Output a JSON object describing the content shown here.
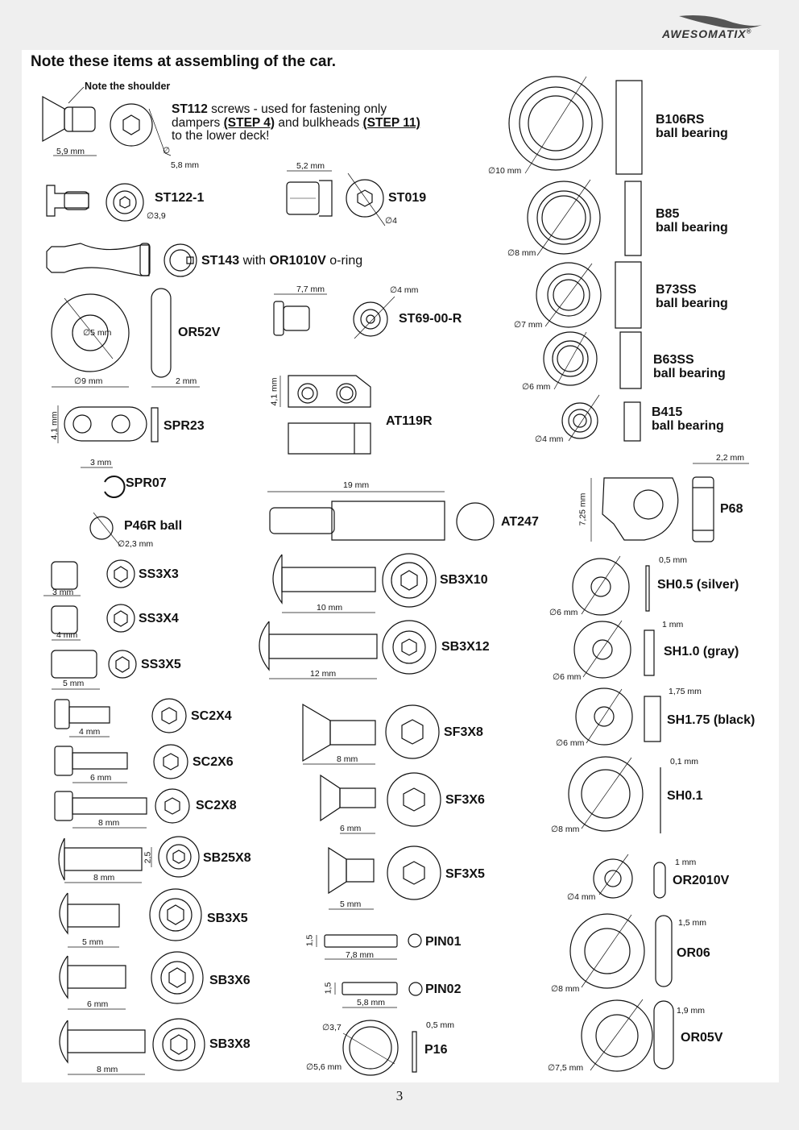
{
  "header": {
    "brand": "AWESOMATIX",
    "registered_mark": "®",
    "title": "Note these items at assembling of the car."
  },
  "page_number": "3",
  "st112": {
    "note": "Note the shoulder",
    "name": "ST112",
    "desc_1": "screws - used for fastening only",
    "desc_2": "dampers",
    "step_a": "(STEP 4)",
    "desc_3": "and bulkheads",
    "step_b": "(STEP 11)",
    "desc_4": "to the lower deck!",
    "length": "5,9 mm",
    "diameter": "5,8 mm",
    "diameter_sym": "∅"
  },
  "parts": {
    "st122": {
      "name": "ST122-1",
      "d": "∅3,9"
    },
    "st019": {
      "name": "ST019",
      "len": "5,2 mm",
      "d": "∅4"
    },
    "st143": {
      "name": "ST143",
      "with": "with",
      "oring": "OR1010V",
      "suffix": "o-ring"
    },
    "or52v": {
      "name": "OR52V",
      "inner": "∅5 mm",
      "outer": "∅9 mm",
      "w": "2 mm"
    },
    "st69": {
      "name": "ST69-00-R",
      "len": "7,7 mm",
      "d": "∅4 mm"
    },
    "at119r": {
      "name": "AT119R",
      "h": "4,1 mm"
    },
    "spr23": {
      "name": "SPR23",
      "h": "4,1 mm"
    },
    "spr07": {
      "name": "SPR07",
      "w": "3 mm"
    },
    "p46r": {
      "name": "P46R ball",
      "d": "∅2,3 mm"
    },
    "at247": {
      "name": "AT247",
      "len": "19 mm"
    },
    "p68": {
      "name": "P68",
      "h": "7,25 mm",
      "w": "2,2 mm"
    },
    "ss3x3": {
      "name": "SS3X3",
      "len": "3 mm"
    },
    "ss3x4": {
      "name": "SS3X4",
      "len": "4 mm"
    },
    "ss3x5": {
      "name": "SS3X5",
      "len": "5 mm"
    },
    "sc2x4": {
      "name": "SC2X4",
      "len": "4 mm"
    },
    "sc2x6": {
      "name": "SC2X6",
      "len": "6 mm"
    },
    "sc2x8": {
      "name": "SC2X8",
      "len": "8 mm"
    },
    "sb25x8": {
      "name": "SB25X8",
      "len": "8 mm",
      "d": "2,5"
    },
    "sb3x5": {
      "name": "SB3X5",
      "len": "5 mm"
    },
    "sb3x6": {
      "name": "SB3X6",
      "len": "6 mm"
    },
    "sb3x8": {
      "name": "SB3X8",
      "len": "8 mm"
    },
    "sb3x10": {
      "name": "SB3X10",
      "len": "10 mm"
    },
    "sb3x12": {
      "name": "SB3X12",
      "len": "12 mm"
    },
    "sf3x8": {
      "name": "SF3X8",
      "len": "8 mm"
    },
    "sf3x6": {
      "name": "SF3X6",
      "len": "6 mm"
    },
    "sf3x5": {
      "name": "SF3X5",
      "len": "5 mm"
    },
    "pin01": {
      "name": "PIN01",
      "len": "7,8 mm",
      "d": "1,5"
    },
    "pin02": {
      "name": "PIN02",
      "len": "5,8 mm",
      "d": "1,5"
    },
    "p16": {
      "name": "P16",
      "d_in": "∅3,7",
      "d_out": "∅5,6 mm",
      "t": "0,5 mm"
    }
  },
  "bearings": [
    {
      "name": "B106RS",
      "type": "ball bearing",
      "d": "∅10 mm"
    },
    {
      "name": "B85",
      "type": "ball bearing",
      "d": "∅8 mm"
    },
    {
      "name": "B73SS",
      "type": "ball bearing",
      "d": "∅7 mm"
    },
    {
      "name": "B63SS",
      "type": "ball bearing",
      "d": "∅6 mm"
    },
    {
      "name": "B415",
      "type": "ball bearing",
      "d": "∅4 mm"
    }
  ],
  "shims": [
    {
      "name": "SH0.5 (silver)",
      "t": "0,5 mm",
      "d": "∅6 mm"
    },
    {
      "name": "SH1.0 (gray)",
      "t": "1 mm",
      "d": "∅6 mm"
    },
    {
      "name": "SH1.75 (black)",
      "t": "1,75 mm",
      "d": "∅6 mm"
    },
    {
      "name": "SH0.1",
      "t": "0,1 mm",
      "d": "∅8 mm"
    }
  ],
  "orings": [
    {
      "name": "OR2010V",
      "t": "1 mm",
      "d": "∅4 mm"
    },
    {
      "name": "OR06",
      "t": "1,5 mm",
      "d": "∅8 mm"
    },
    {
      "name": "OR05V",
      "t": "1,9 mm",
      "d": "∅7,5 mm"
    }
  ]
}
